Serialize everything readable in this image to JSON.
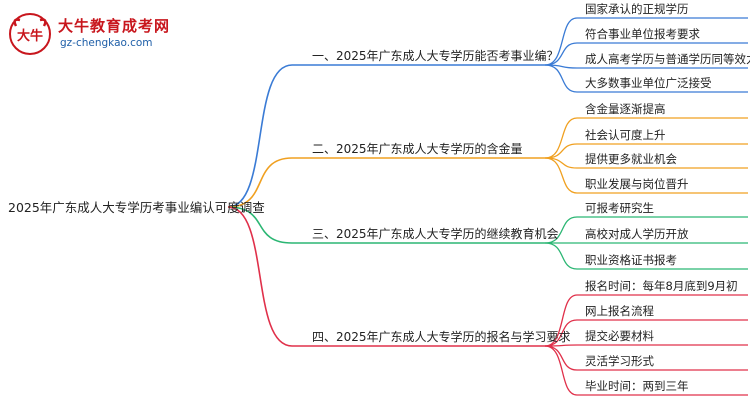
{
  "logo": {
    "name_cn": "大牛教育成考网",
    "url": "gz-chengkao.com",
    "mark_text": "大牛",
    "brand_color": "#c8161d"
  },
  "mindmap": {
    "root": "2025年广东成人大专学历考事业编认可度调查",
    "branches": [
      {
        "title": "一、2025年广东成人大专学历能否考事业编？",
        "color": "#3a7bd5",
        "leaves": [
          "国家承认的正规学历",
          "符合事业单位报考要求",
          "成人高考学历与普通学历同等效力",
          "大多数事业单位广泛接受"
        ]
      },
      {
        "title": "二、2025年广东成人大专学历的含金量",
        "color": "#f0a020",
        "leaves": [
          "含金量逐渐提高",
          "社会认可度上升",
          "提供更多就业机会",
          "职业发展与岗位晋升"
        ]
      },
      {
        "title": "三、2025年广东成人大专学历的继续教育机会",
        "color": "#2bb673",
        "leaves": [
          "可报考研究生",
          "高校对成人学历开放",
          "职业资格证书报考"
        ]
      },
      {
        "title": "四、2025年广东成人大专学历的报名与学习要求",
        "color": "#e0304a",
        "leaves": [
          "报名时间：每年8月底到9月初",
          "网上报名流程",
          "提交必要材料",
          "灵活学习形式",
          "毕业时间：两到三年"
        ]
      }
    ]
  }
}
